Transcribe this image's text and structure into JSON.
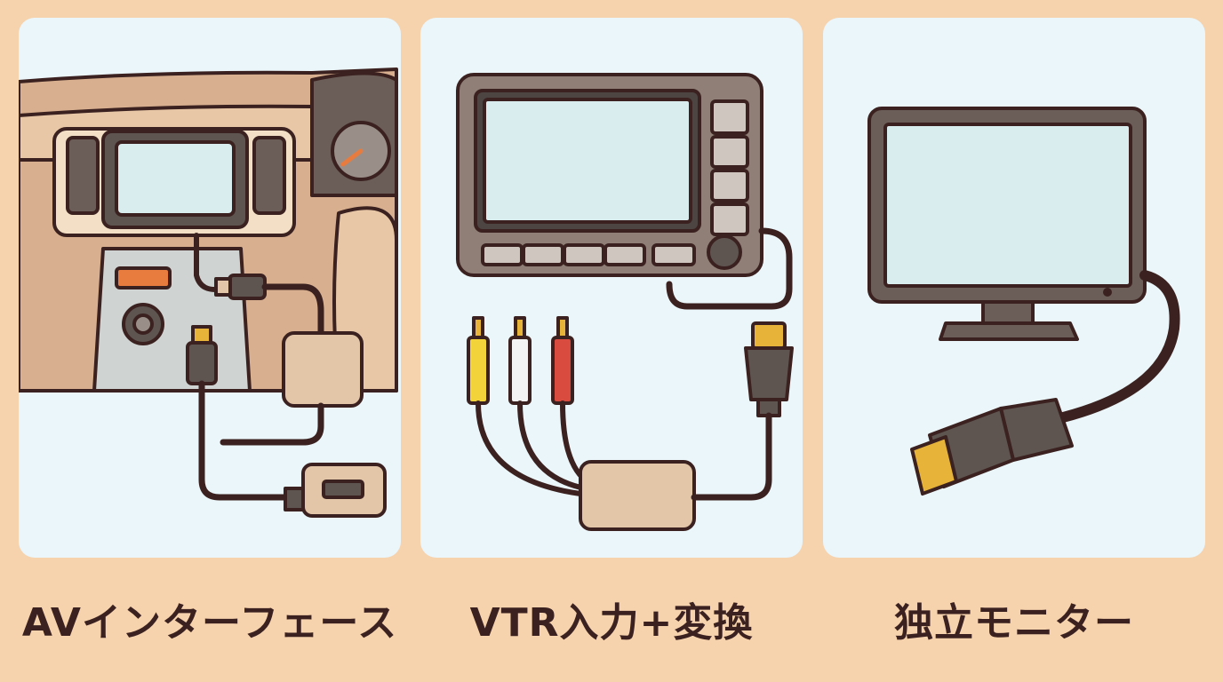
{
  "panels": [
    {
      "id": "av-interface",
      "caption": "AVインターフェース",
      "icon": "car-dashboard-hdmi-adapter"
    },
    {
      "id": "vtr-input",
      "caption": "VTR入力+変換",
      "icon": "rca-to-hdmi-converter"
    },
    {
      "id": "standalone-monitor",
      "caption": "独立モニター",
      "icon": "monitor-hdmi"
    }
  ],
  "colors": {
    "background": "#f6d2ad",
    "panel": "#eaf6fa",
    "outline": "#3b2220",
    "dashboard": "#d8b08f",
    "screen": "#d9ecee",
    "adapter": "#e3c6a8",
    "rca_yellow": "#f2d33a",
    "rca_white": "#f3f3f3",
    "rca_red": "#d94a3f",
    "hdmi_gold": "#e7b338"
  }
}
